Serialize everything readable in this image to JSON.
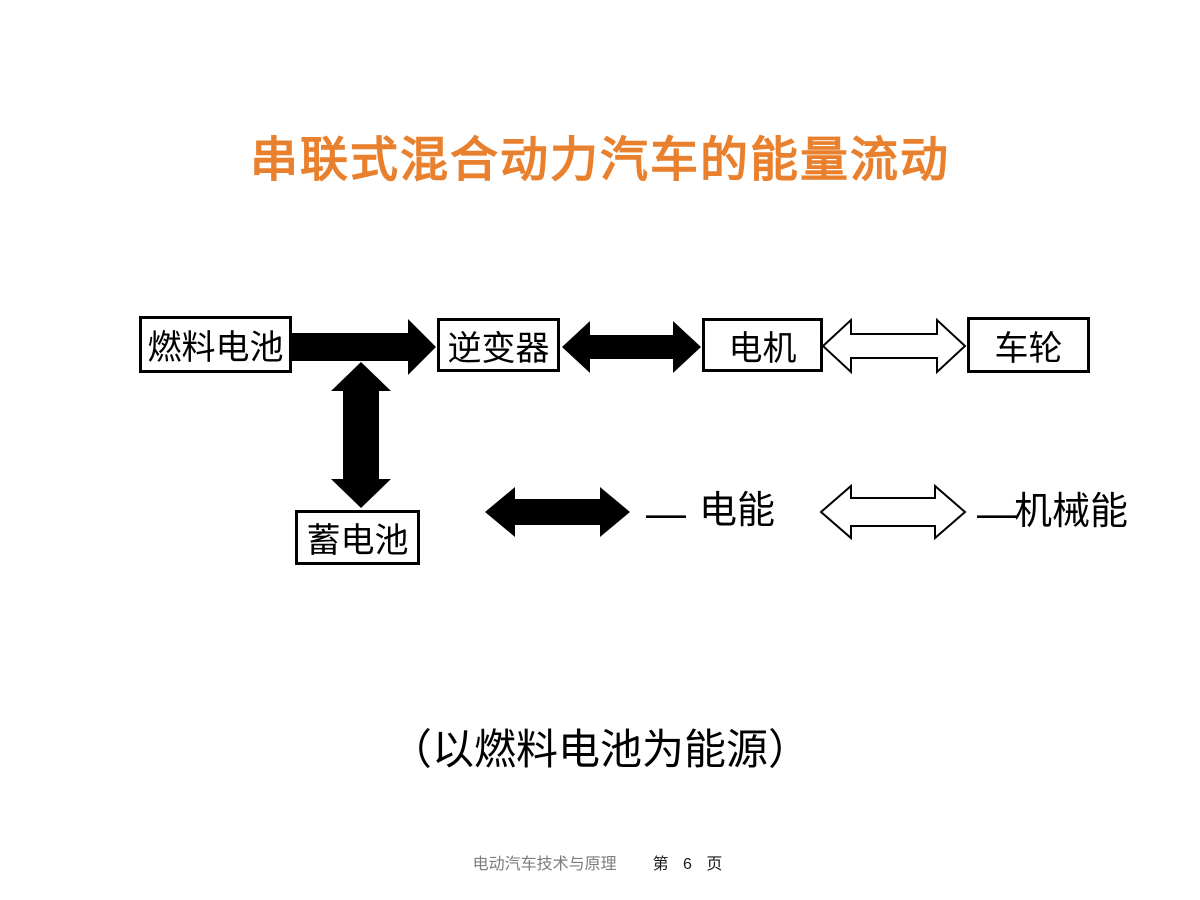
{
  "title": "串联式混合动力汽车的能量流动",
  "colors": {
    "title_orange": "#E8802D",
    "diagram_black": "#000000",
    "footer_gray": "#7d7d7d"
  },
  "diagram": {
    "boxes": {
      "fuel_cell": "燃料电池",
      "inverter": "逆变器",
      "motor": "电机",
      "wheel": "车轮",
      "battery": "蓄电池"
    },
    "arrows": [
      {
        "name": "fuel-cell-to-inverter",
        "style": "solid-black",
        "direction": "right"
      },
      {
        "name": "inverter-motor",
        "style": "solid-black",
        "direction": "double"
      },
      {
        "name": "motor-wheel",
        "style": "hollow-white",
        "direction": "double"
      },
      {
        "name": "junction-battery",
        "style": "solid-black",
        "direction": "double-vertical"
      }
    ],
    "legend": [
      {
        "symbol": "solid-black-double-arrow",
        "dash": "—",
        "label": "电能"
      },
      {
        "symbol": "hollow-white-double-arrow",
        "dash": "—",
        "label": "机械能"
      }
    ]
  },
  "caption": "（以燃料电池为能源）",
  "footer": {
    "course": "电动汽车技术与原理",
    "page": "第 6 页"
  }
}
